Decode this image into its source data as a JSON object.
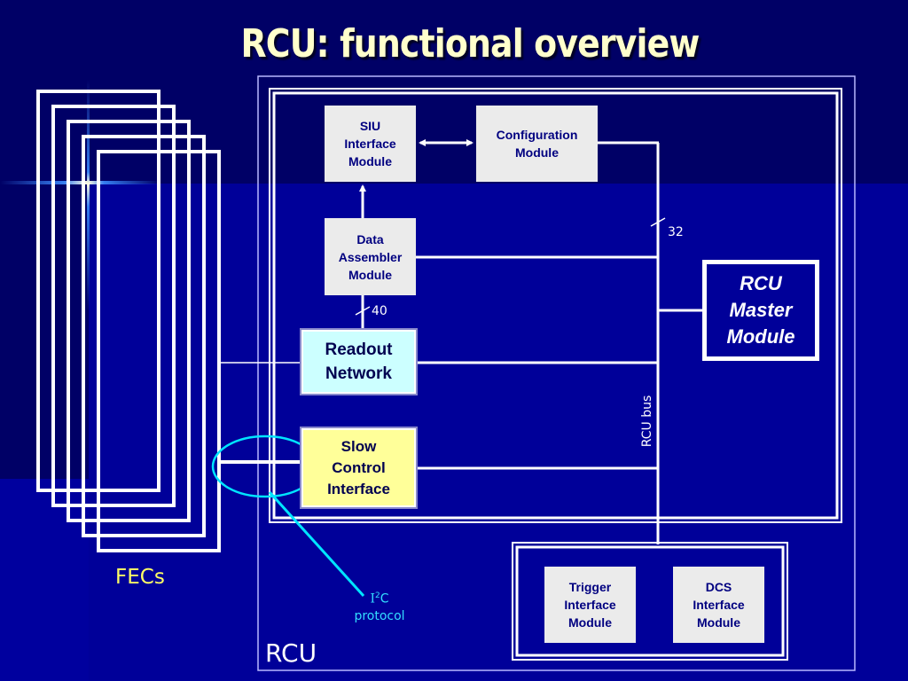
{
  "slide": {
    "title": "RCU: functional overview",
    "colors": {
      "background": "#000066",
      "title": "#ffffcc",
      "module_fill": "#ebebeb",
      "module_text": "#000080",
      "readout_fill": "#ccffff",
      "slow_control_fill": "#ffff99",
      "i2c_highlight": "#00e5ff",
      "fecs_label": "#ffff66"
    }
  },
  "modules": {
    "siu": "SIU Interface Module",
    "configuration": "Configuration Module",
    "data_assembler": "Data Assembler Module",
    "readout_network": "Readout Network",
    "slow_control": "Slow Control Interface",
    "rcu_master": "RCU Master Module",
    "trigger": "Trigger Interface Module",
    "dcs": "DCS Interface Module"
  },
  "module_lines": {
    "siu": [
      "SIU",
      "Interface",
      "Module"
    ],
    "configuration": [
      "Configuration",
      "Module"
    ],
    "data_assembler": [
      "Data",
      "Assembler",
      "Module"
    ],
    "readout_network": [
      "Readout",
      "Network"
    ],
    "slow_control": [
      "Slow",
      "Control",
      "Interface"
    ],
    "rcu_master": [
      "RCU",
      "Master",
      "Module"
    ],
    "trigger": [
      "Trigger",
      "Interface",
      "Module"
    ],
    "dcs": [
      "DCS",
      "Interface",
      "Module"
    ]
  },
  "bus": {
    "label": "RCU bus",
    "width_config": "32",
    "width_readout": "40"
  },
  "labels": {
    "fecs": "FECs",
    "rcu": "RCU",
    "i2c_main": "I",
    "i2c_sup": "2",
    "i2c_tail": "C",
    "i2c_protocol": "protocol"
  }
}
